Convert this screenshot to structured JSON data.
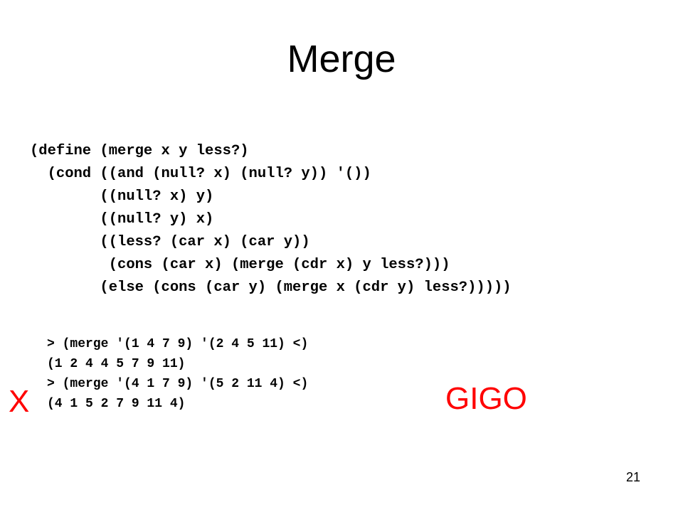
{
  "slide": {
    "title": "Merge",
    "code_lines": [
      "(define (merge x y less?)",
      "  (cond ((and (null? x) (null? y)) '())",
      "        ((null? x) y)",
      "        ((null? y) x)",
      "        ((less? (car x) (car y))",
      "         (cons (car x) (merge (cdr x) y less?)))",
      "        (else (cons (car y) (merge x (cdr y) less?)))))"
    ],
    "repl_lines": [
      "> (merge '(1 4 7 9) '(2 4 5 11) <)",
      "(1 2 4 4 5 7 9 11)",
      "> (merge '(4 1 7 9) '(5 2 11 4) <)",
      "(4 1 5 2 7 9 11 4)"
    ],
    "x_mark": "X",
    "gigo_label": "GIGO",
    "page_number": "21",
    "accent_color": "#ff0000"
  }
}
